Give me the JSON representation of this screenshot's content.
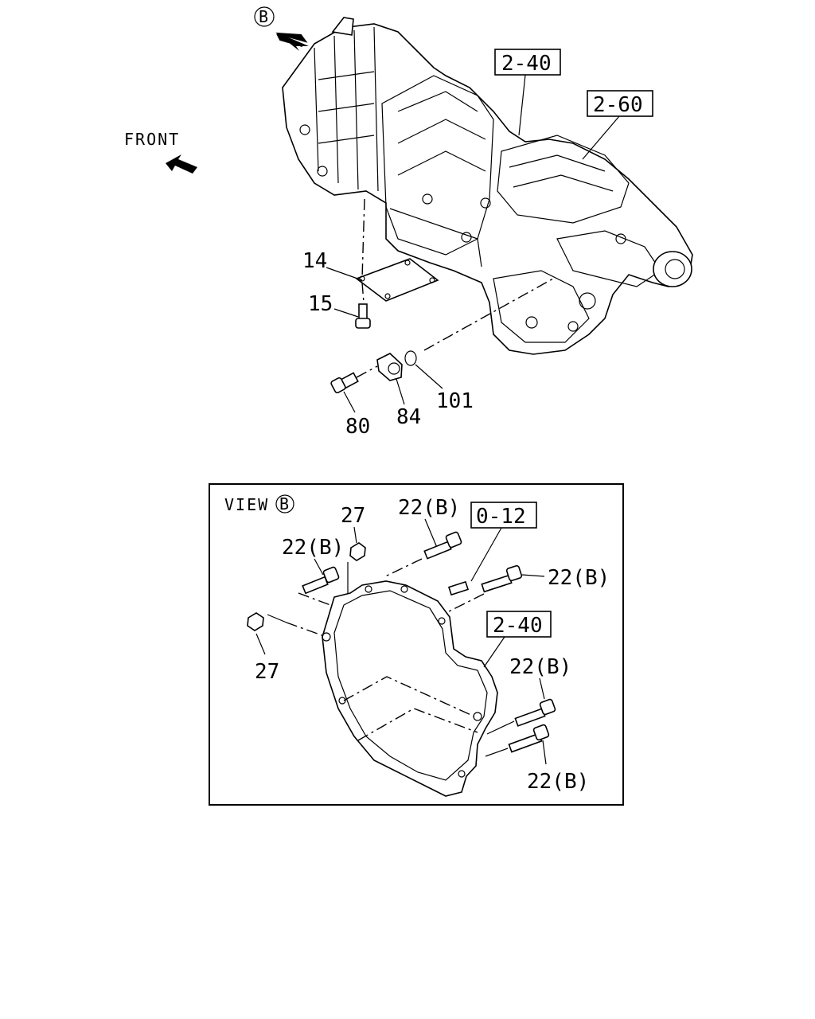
{
  "callouts": {
    "view_b_marker": "B",
    "front": "FRONT",
    "ref_2_40_top": "2-40",
    "ref_2_60": "2-60",
    "p14": "14",
    "p15": "15",
    "p80": "80",
    "p84": "84",
    "p101": "101"
  },
  "view_b": {
    "title": "VIEW",
    "title_marker": "B",
    "p27_top": "27",
    "p22b_top": "22(B)",
    "ref_0_12": "0-12",
    "p22b_left": "22(B)",
    "p22b_right": "22(B)",
    "p27_left": "27",
    "ref_2_40": "2-40",
    "p22b_lower1": "22(B)",
    "p22b_lower2": "22(B)"
  }
}
